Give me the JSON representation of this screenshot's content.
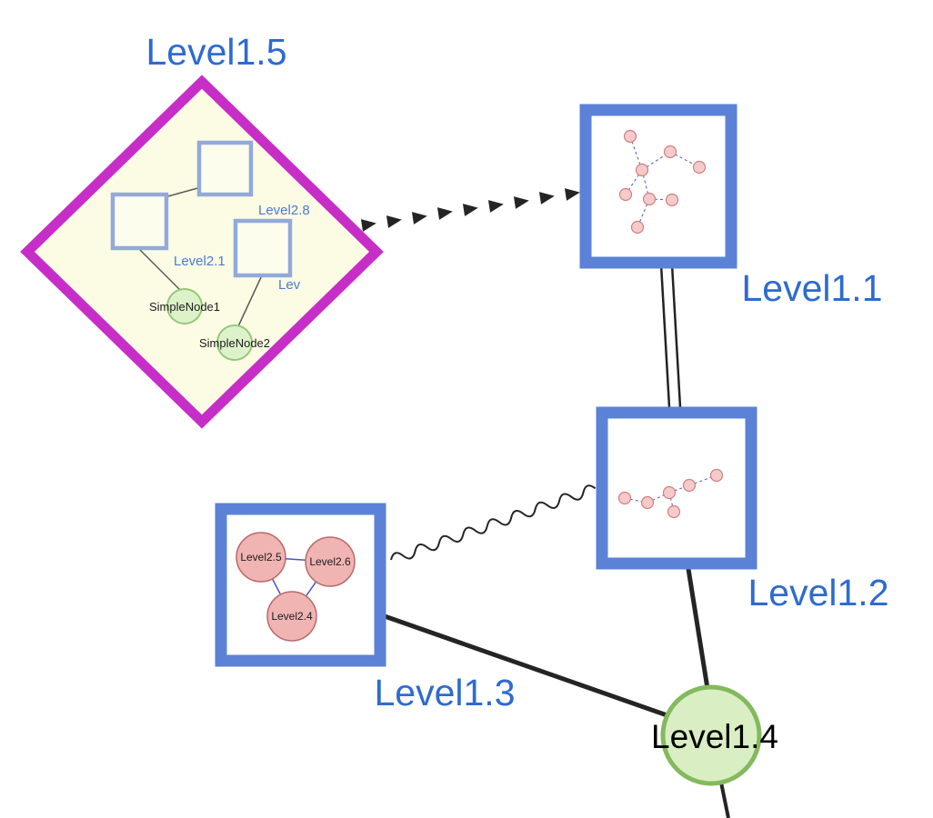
{
  "palette": {
    "label_blue": "#2e6bd0",
    "inner_label_blue": "#4a7bd0",
    "group_box_border": "#5b82d6",
    "diamond_border": "#c72ec7",
    "diamond_fill": "#fcfce4",
    "inner_square_border": "#93a9da",
    "small_green_fill": "#def2ca",
    "small_green_border": "#96c77c",
    "big_green_fill": "#d9efc3",
    "big_green_border": "#84b95e",
    "tiny_pink_fill": "#f6caca",
    "tiny_pink_border": "#d08080",
    "pink_fill": "#f0b4b2",
    "pink_border": "#b96a6a",
    "edge_dark": "#242424",
    "inner_edge_blue": "#4a55c0"
  },
  "groups": {
    "level1_5": {
      "label": "Level1.5",
      "shape": "diamond",
      "children": {
        "level2_8": {
          "label": "Level2.8"
        },
        "level2_1": {
          "label": "Level2.1"
        },
        "level2_clipped": {
          "label": "Lev"
        },
        "simple_node1": {
          "label": "SimpleNode1"
        },
        "simple_node2": {
          "label": "SimpleNode2"
        }
      }
    },
    "level1_1": {
      "label": "Level1.1",
      "shape": "square-group"
    },
    "level1_2": {
      "label": "Level1.2",
      "shape": "square-group"
    },
    "level1_3": {
      "label": "Level1.3",
      "shape": "square-group",
      "children": {
        "level2_5": {
          "label": "Level2.5"
        },
        "level2_6": {
          "label": "Level2.6"
        },
        "level2_4": {
          "label": "Level2.4"
        }
      }
    },
    "level1_4": {
      "label": "Level1.4",
      "shape": "circle"
    }
  },
  "edges": [
    {
      "from": "Level1.5",
      "to": "Level1.1",
      "style": "thick-dashed-arrow"
    },
    {
      "from": "Level1.1",
      "to": "Level1.2",
      "style": "double-line"
    },
    {
      "from": "Level1.3",
      "to": "Level1.2",
      "style": "wavy"
    },
    {
      "from": "Level1.3",
      "to": "Level1.4",
      "style": "solid"
    },
    {
      "from": "Level1.2",
      "to": "Level1.4",
      "style": "solid"
    },
    {
      "from": "Level1.4",
      "to": "canvas-bottom",
      "style": "solid"
    }
  ]
}
